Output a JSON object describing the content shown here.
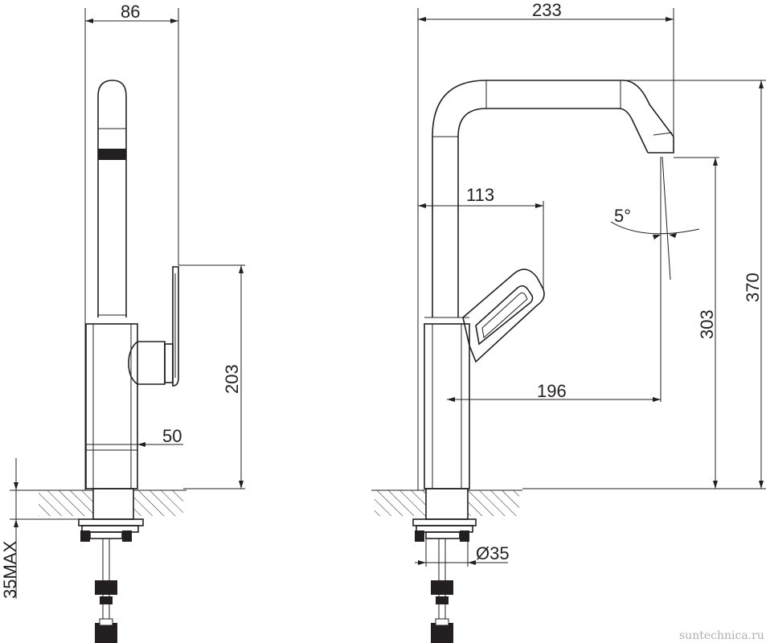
{
  "drawing": {
    "title": "",
    "colors": {
      "line": "#231f20",
      "background": "#ffffff",
      "watermark": "#b0b0b0"
    },
    "side_view": {
      "dim_width": "86",
      "dim_handle_height": "203",
      "dim_base": "50",
      "dim_mount_max": "35MAX"
    },
    "front_view": {
      "dim_total_width": "233",
      "dim_handle_reach": "113",
      "dim_angle": "5°",
      "dim_spout_reach": "196",
      "dim_spout_height": "303",
      "dim_total_height": "370",
      "dim_hole_diameter": "Ø35"
    },
    "watermark": "suntechnica.ru"
  }
}
